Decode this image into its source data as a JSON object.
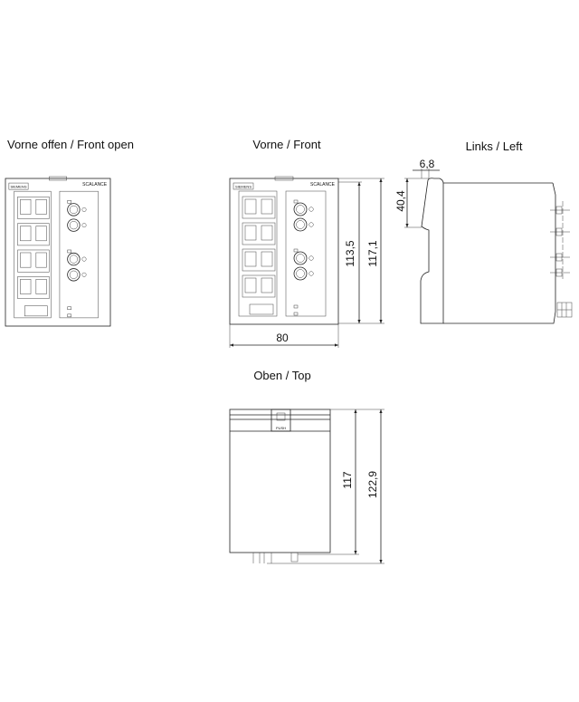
{
  "views": {
    "front_open": {
      "title": "Vorne offen / Front open"
    },
    "front": {
      "title": "Vorne / Front",
      "dim_width": "80",
      "dim_height_inner": "113,5",
      "dim_height_outer": "117,1"
    },
    "left": {
      "title": "Links / Left",
      "dim_depth_clip": "6,8",
      "dim_height_clip": "40,4"
    },
    "top": {
      "title": "Oben / Top",
      "dim_length": "117",
      "dim_length_total": "122,9",
      "clip_label": "PUSH"
    }
  },
  "device": {
    "brand": "SIEMENS",
    "product": "SCALANCE"
  },
  "colors": {
    "line": "#222222",
    "background": "#ffffff"
  }
}
